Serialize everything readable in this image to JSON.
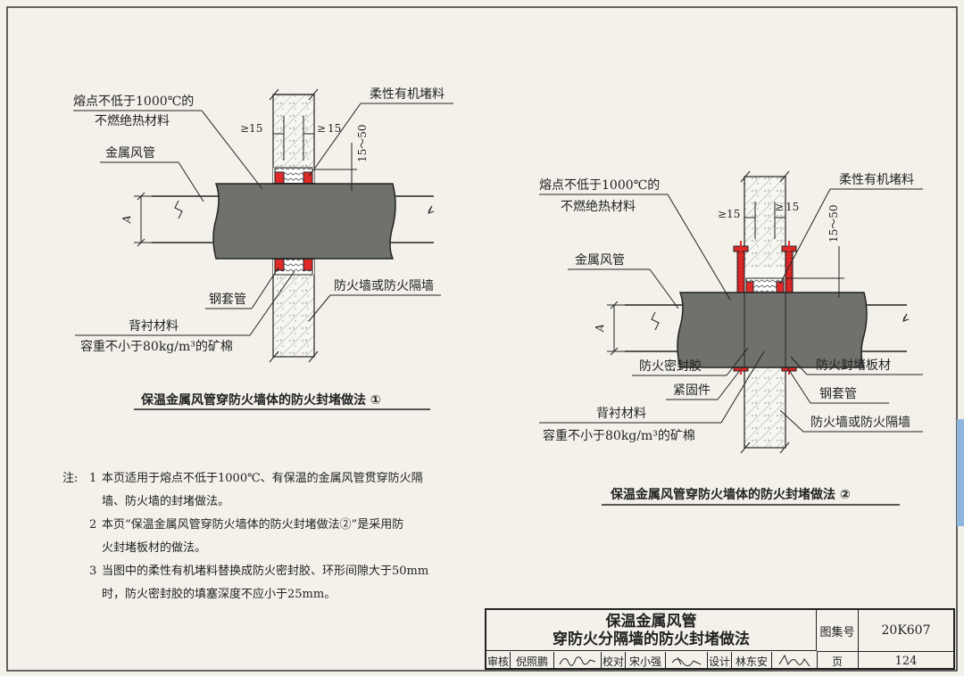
{
  "diagram1": {
    "labels": {
      "insulation_line1": "熔点不低于1000℃的",
      "insulation_line2": "不燃绝热材料",
      "metal_duct": "金属风管",
      "flexible_filler": "柔性有机堵料",
      "gap_left": "≥15",
      "gap_right": "15",
      "gap_right_prefix": "≥",
      "depth": "15～50",
      "dim_a": "A",
      "steel_sleeve": "钢套管",
      "backing_material": "背衬材料",
      "mineral_wool": "容重不小于80kg/m³的矿棉",
      "fire_wall": "防火墙或防火隔墙"
    },
    "caption": "保温金属风管穿防火墙体的防火封堵做法 ①"
  },
  "diagram2": {
    "labels": {
      "insulation_line1": "熔点不低于1000℃的",
      "insulation_line2": "不燃绝热材料",
      "metal_duct": "金属风管",
      "flexible_filler": "柔性有机堵料",
      "gap_left": "≥15",
      "gap_right": "15",
      "gap_right_prefix": "≥",
      "depth": "15～50",
      "dim_a": "A",
      "fire_sealant": "防火密封胶",
      "fastener": "紧固件",
      "backing_material": "背衬材料",
      "mineral_wool": "容重不小于80kg/m³的矿棉",
      "fire_board": "防火封堵板材",
      "steel_sleeve": "钢套管",
      "fire_wall": "防火墙或防火隔墙"
    },
    "caption": "保温金属风管穿防火墙体的防火封堵做法 ②"
  },
  "notes": {
    "prefix": "注:",
    "items": [
      {
        "num": "1",
        "line1": "本页适用于熔点不低于1000℃、有保温的金属风管贯穿防火隔",
        "line2": "墙、防火墙的封堵做法。"
      },
      {
        "num": "2",
        "line1": "本页“保温金属风管穿防火墙体的防火封堵做法②”是采用防",
        "line2": "火封堵板材的做法。"
      },
      {
        "num": "3",
        "line1": "当图中的柔性有机堵料替换成防火密封胶、环形间隙大于50mm",
        "line2": "时，防火密封胶的填塞深度不应小于25mm。"
      }
    ]
  },
  "title_block": {
    "title_line1": "保温金属风管",
    "title_line2": "穿防火分隔墙的防火封堵做法",
    "atlas_label": "图集号",
    "atlas_no": "20K607",
    "review_label": "审核",
    "reviewer": "倪照鹏",
    "check_label": "校对",
    "checker": "宋小强",
    "design_label": "设计",
    "designer": "林东安",
    "page_label": "页",
    "page_no": "124"
  },
  "colors": {
    "duct": "#6f716c",
    "fire_red": "#e02a2a",
    "tab_blue": "#8fb7dd"
  }
}
